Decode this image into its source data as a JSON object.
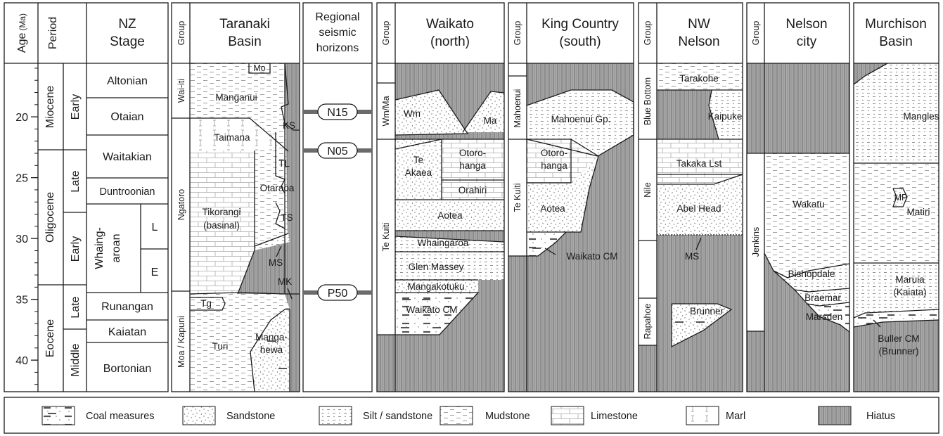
{
  "headers": {
    "age": "Age",
    "age_unit": "(Ma)",
    "period": "Period",
    "nz_stage_1": "NZ",
    "nz_stage_2": "Stage",
    "group": "Group",
    "taranaki_1": "Taranaki",
    "taranaki_2": "Basin",
    "regional_1": "Regional",
    "regional_2": "seismic",
    "regional_3": "horizons",
    "waikato_1": "Waikato",
    "waikato_2": "(north)",
    "king_1": "King Country",
    "king_2": "(south)",
    "nwnelson_1": "NW",
    "nwnelson_2": "Nelson",
    "nelsoncity_1": "Nelson",
    "nelsoncity_2": "city",
    "murchison_1": "Murchison",
    "murchison_2": "Basin"
  },
  "age_ticks": [
    "20",
    "25",
    "30",
    "35",
    "40"
  ],
  "epochs": [
    "Miocene",
    "Oligocene",
    "Eocene"
  ],
  "subepochs": [
    "Early",
    "Late",
    "Early",
    "Late",
    "Middle"
  ],
  "stages": [
    "Altonian",
    "Otaian",
    "Waitakian",
    "Duntroonian",
    "Whaing-",
    "aroan",
    "L",
    "E",
    "Runangan",
    "Kaiatan",
    "Bortonian"
  ],
  "horizons": [
    "N15",
    "N05",
    "P50"
  ],
  "taranaki": {
    "groups": [
      "Wai-iti",
      "Ngatoro",
      "Moa / Kapuni"
    ],
    "units": [
      "Mo",
      "Manganui",
      "KS",
      "Taimana",
      "TL",
      "Otaraoa",
      "Tikorangi",
      "(basinal)",
      "TS",
      "MS",
      "MK",
      "Tg",
      "Turi",
      "Manga-",
      "hewa"
    ]
  },
  "waikato": {
    "groups": [
      "Wm/Ma",
      "Te Kuiti"
    ],
    "units": [
      "Wm",
      "Ma",
      "Te",
      "Akaea",
      "Otoro-",
      "hanga",
      "Orahiri",
      "Aotea",
      "Whaingaroa",
      "Glen Massey",
      "Mangakotuku",
      "Waikato CM"
    ]
  },
  "king": {
    "groups": [
      "Mahoenui",
      "Te Kuiti"
    ],
    "units": [
      "Mahoenui Gp.",
      "Otoro-",
      "hanga",
      "Aotea",
      "Waikato CM"
    ]
  },
  "nwnelson": {
    "groups": [
      "Blue Bottom",
      "Nile",
      "Rapahoe"
    ],
    "units": [
      "Tarakohe",
      "Kaipuke",
      "Takaka Lst",
      "Abel Head",
      "MS",
      "Brunner"
    ]
  },
  "nelsoncity": {
    "groups": [
      "Jenkins"
    ],
    "units": [
      "Wakatu",
      "Bishopdale",
      "Braemar",
      "Marsden"
    ]
  },
  "murchison": {
    "units": [
      "Mangles",
      "Matiri",
      "MP",
      "Maruia",
      "(Kaiata)",
      "Buller CM",
      "(Brunner)"
    ]
  },
  "legend": [
    "Coal measures",
    "Sandstone",
    "Silt / sandstone",
    "Mudstone",
    "Limestone",
    "Marl",
    "Hiatus"
  ]
}
